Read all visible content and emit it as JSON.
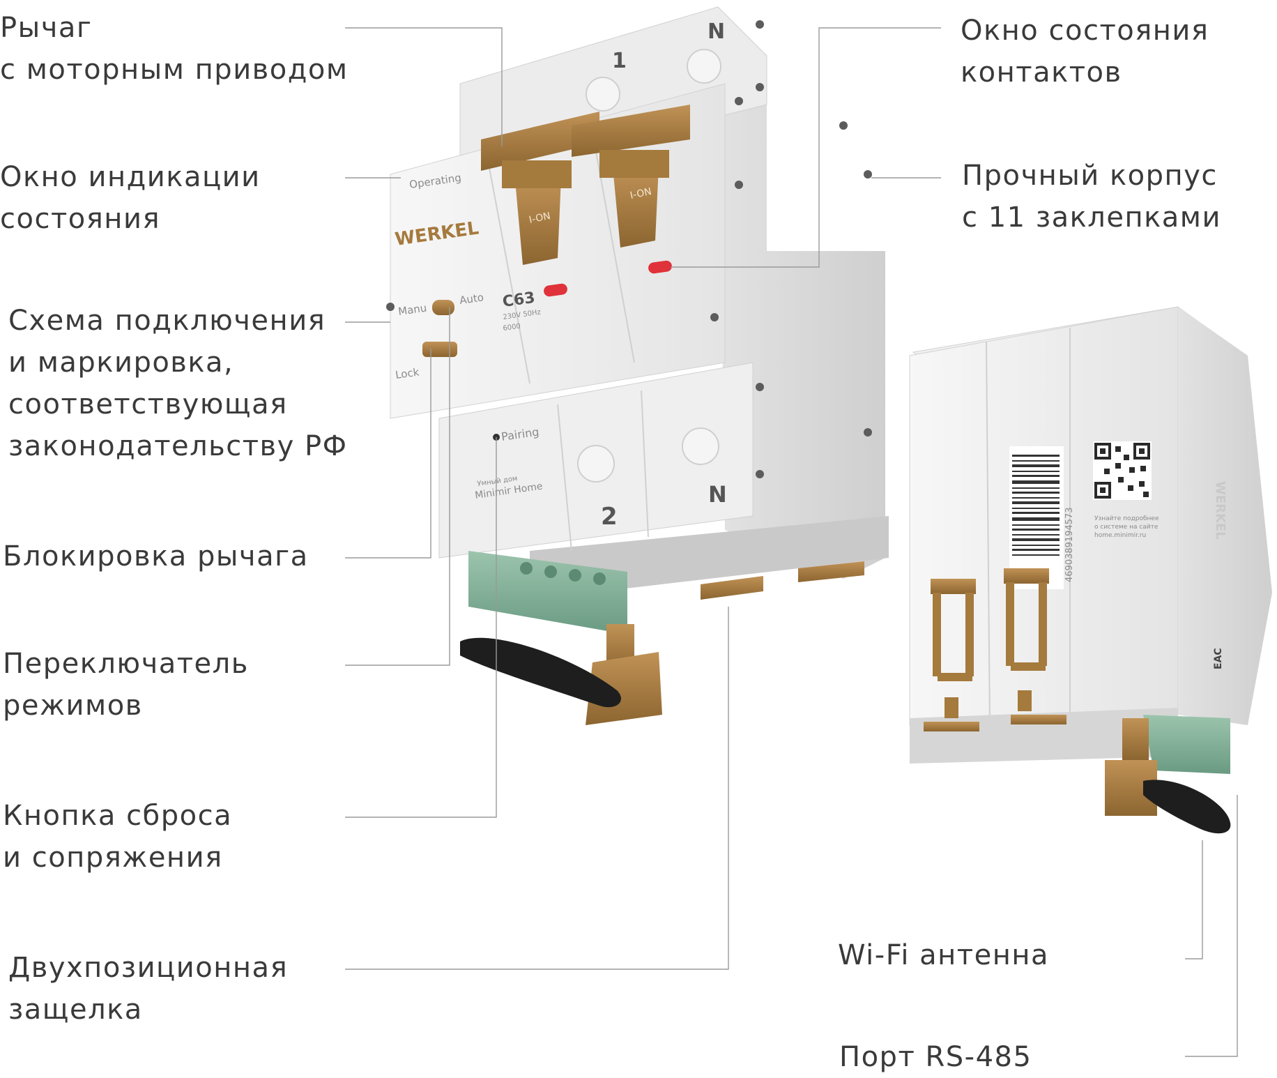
{
  "callouts": {
    "lever": [
      "Рычаг",
      "с моторным приводом"
    ],
    "status_window": [
      "Окно индикации",
      "состояния"
    ],
    "wiring_diagram": [
      "Схема подключения",
      "и маркировка,",
      "соответствующая",
      "законодательству РФ"
    ],
    "lever_lock": [
      "Блокировка рычага"
    ],
    "mode_switch": [
      "Переключатель",
      "режимов"
    ],
    "reset_button": [
      "Кнопка сброса",
      "и сопряжения"
    ],
    "latch": [
      "Двухпозиционная",
      "защелка"
    ],
    "contacts_window": [
      "Окно состояния",
      "контактов"
    ],
    "housing": [
      "Прочный корпус",
      "с 11 заклепками"
    ],
    "antenna": [
      "Wi-Fi антенна"
    ],
    "rs485": [
      "Порт RS-485"
    ]
  },
  "device_front": {
    "brand": "WERKEL",
    "operating": "Operating",
    "manu": "Manu",
    "auto": "Auto",
    "lock": "Lock",
    "rating": "C63",
    "voltage": "230V 50Hz",
    "capacity": "6000",
    "ion_1": "I-ON",
    "ion_2": "I-ON",
    "pairing": "Pairing",
    "smart_home_small": "Умный дом",
    "smart_home": "Minimir Home",
    "terminal_top_1": "1",
    "terminal_top_n": "N",
    "terminal_bottom_2": "2",
    "terminal_bottom_n": "N"
  },
  "device_back": {
    "barcode_number": "4690389194573",
    "qr_caption_1": "Узнайте подробнее",
    "qr_caption_2": "о системе на сайте",
    "qr_caption_3": "home.minimir.ru",
    "side_brand": "WERKEL",
    "cert_mark": "EAC"
  },
  "colors": {
    "body": "#f3f3f3",
    "body_shadow": "#d9d9d9",
    "bronze": "#a57a3d",
    "terminal_green": "#7fae96",
    "antenna": "#1e1e1e",
    "indicator_red": "#e0323a",
    "leader": "#9a9a9a"
  }
}
